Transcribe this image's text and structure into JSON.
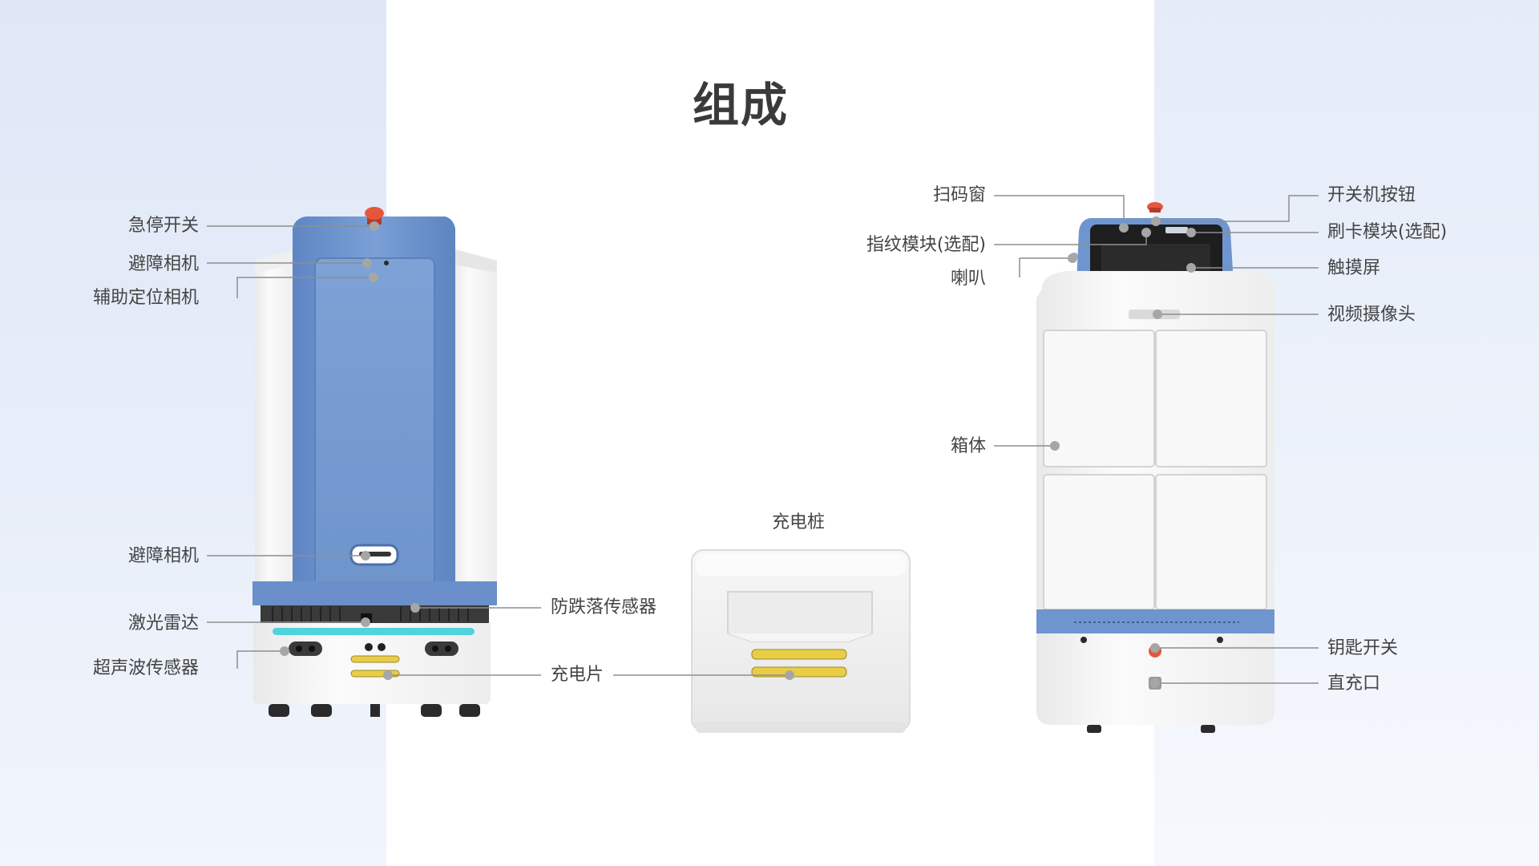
{
  "title": "组成",
  "charging_station": {
    "title": "充电桩"
  },
  "left_robot": {
    "labels": {
      "emergency_stop": "急停开关",
      "obstacle_camera_top": "避障相机",
      "aux_positioning_camera": "辅助定位相机",
      "obstacle_camera_bottom": "避障相机",
      "laser_radar": "激光雷达",
      "ultrasonic_sensor": "超声波传感器",
      "anti_fall_sensor": "防跌落传感器",
      "charging_plate": "充电片"
    }
  },
  "right_robot": {
    "labels": {
      "scan_window": "扫码窗",
      "fingerprint_module": "指纹模块(选配)",
      "speaker": "喇叭",
      "power_button": "开关机按钮",
      "card_module": "刷卡模块(选配)",
      "touch_screen": "触摸屏",
      "video_camera": "视频摄像头",
      "cabinet": "箱体",
      "key_switch": "钥匙开关",
      "direct_charge_port": "直充口"
    }
  },
  "colors": {
    "robot_blue": "#6f95cf",
    "robot_white": "#f6f6f6",
    "stop_button": "#e4573f",
    "charge_plate": "#e8cd45",
    "leader_line": "#8e8e8e",
    "accent_cyan": "#4fd3dc"
  }
}
